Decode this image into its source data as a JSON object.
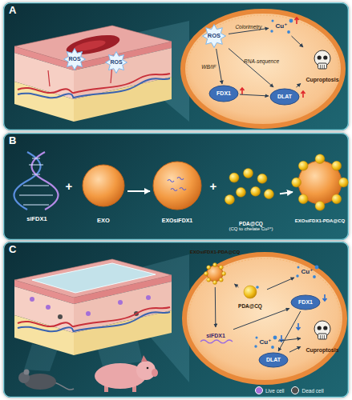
{
  "diagram": {
    "nodes": [
      {
        "text": [
          "A"
        ]
      },
      {
        "text": [
          "ROS"
        ],
        "in": 0
      },
      {
        "text": [
          "ROS"
        ],
        "in": 0
      },
      {
        "text": [
          "ROS"
        ],
        "in": 0
      },
      {
        "text": [
          "Cu⁺"
        ],
        "in": 0
      },
      {
        "text": [
          "FDX1"
        ],
        "in": 0
      },
      {
        "text": [
          "DLAT"
        ],
        "in": 0
      },
      {
        "text": [
          "Cuproptosis"
        ],
        "in": 0
      },
      {
        "text": [
          "B"
        ]
      },
      {
        "text": [
          "siFDX1"
        ],
        "in": 8
      },
      {
        "text": [
          "EXO"
        ],
        "in": 8
      },
      {
        "text": [
          "EXOsiFDX1"
        ],
        "in": 8
      },
      {
        "text": [
          "PDA@CQ",
          "(CQ to chelate Cu²⁺)"
        ],
        "in": 8
      },
      {
        "text": [
          "EXOsiFDX1-PDA@CQ"
        ],
        "in": 8
      },
      {
        "text": [
          "C"
        ]
      },
      {
        "text": [
          "EXOsiFDX1-PDA@CQ"
        ],
        "in": 14
      },
      {
        "text": [
          "PDA@CQ"
        ],
        "in": 14
      },
      {
        "text": [
          "Cu⁺"
        ],
        "in": 14
      },
      {
        "text": [
          "FDX1"
        ],
        "in": 14
      },
      {
        "text": [
          "Cu⁺"
        ],
        "in": 14
      },
      {
        "text": [
          "Cuproptosis"
        ],
        "in": 14
      },
      {
        "text": [
          "siFDX1"
        ],
        "in": 14
      },
      {
        "text": [
          "DLAT"
        ],
        "in": 14
      }
    ],
    "edges": [
      {
        "from": 3,
        "to": 4,
        "label": "Colorimetry",
        "arrow": "to"
      },
      {
        "from": 3,
        "to": 5,
        "label": "WB/IF",
        "arrow": "to"
      },
      {
        "from": 3,
        "to": 6,
        "label": "RNA-sequence",
        "arrow": "to"
      },
      {
        "from": 5,
        "to": 6,
        "arrow": "to"
      },
      {
        "from": 4,
        "to": 7,
        "arrow": "to"
      },
      {
        "from": 6,
        "to": 7,
        "arrow": "to"
      },
      {
        "from": 10,
        "to": 11,
        "arrow": "to"
      },
      {
        "from": 12,
        "to": 13,
        "arrow": "to"
      },
      {
        "from": 15,
        "to": 16,
        "arrow": "to"
      },
      {
        "from": 16,
        "to": 17,
        "arrow": "to"
      },
      {
        "from": 15,
        "to": 21,
        "arrow": "to"
      },
      {
        "from": 21,
        "to": 18,
        "arrow": "to"
      },
      {
        "from": 18,
        "to": 22,
        "arrow": "to"
      },
      {
        "from": 19,
        "to": 20,
        "arrow": "to"
      },
      {
        "from": 22,
        "to": 20,
        "arrow": "to"
      }
    ],
    "labels": [
      "+",
      "+"
    ],
    "legend": [
      {
        "text": "Live cell",
        "color": "#a46fd8"
      },
      {
        "text": "Dead cell",
        "color": "#4d4d4d"
      }
    ]
  }
}
